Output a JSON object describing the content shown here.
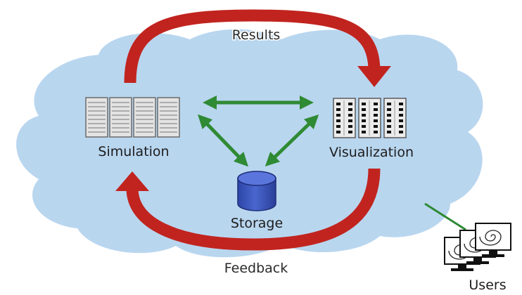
{
  "labels": {
    "results": "Results",
    "simulation": "Simulation",
    "visualization": "Visualization",
    "storage": "Storage",
    "feedback": "Feedback",
    "users": "Users"
  },
  "colors": {
    "cloud": "#b9d6ef",
    "cycle_arrow": "#c1241f",
    "link_arrow": "#2f8a34",
    "storage": "#3a53b8",
    "server_rack": "#d9d9d9"
  },
  "icons": {
    "simulation": "server-rack-icon",
    "visualization": "render-cluster-icon",
    "storage": "database-cylinder-icon",
    "users": "monitor-stack-icon"
  }
}
